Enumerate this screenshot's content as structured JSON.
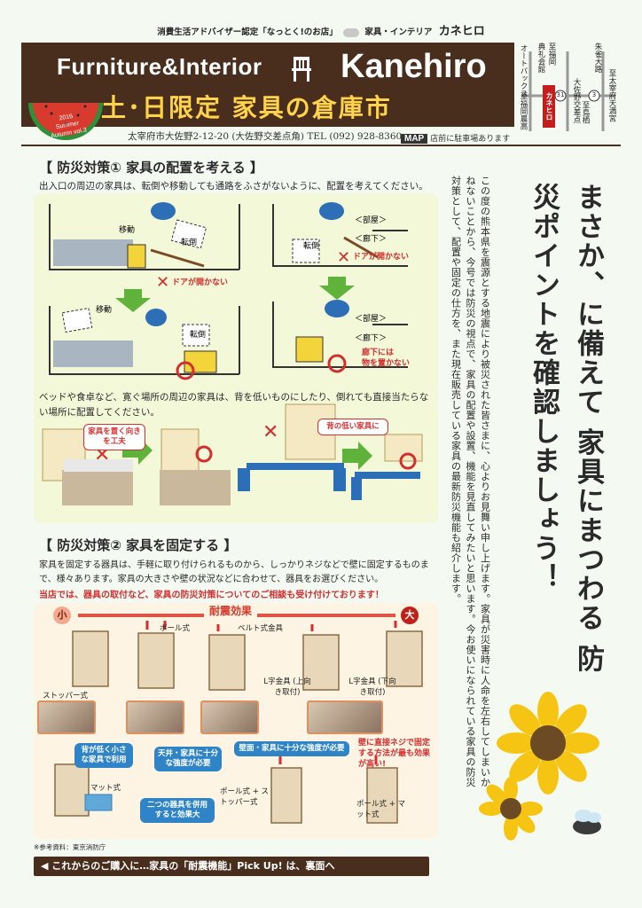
{
  "top": {
    "certification": "消費生活アドバイザー認定「なっとく!のお店」",
    "category": "家具・インテリア",
    "brand": "カネヒロ"
  },
  "header": {
    "english": "Furniture&Interior",
    "english_name": "Kanehiro",
    "title": "土･日限定 家具の倉庫市",
    "melon_text": "2016 Summer Autumn vol.3"
  },
  "address": {
    "text": "太宰府市大佐野2-12-20 (大佐野交差点角) TEL (092) 928-8360",
    "map_badge": "MAP",
    "parking": "店前に駐車場あります"
  },
  "map": {
    "labels": [
      "至福岡",
      "典礼会館",
      "オートバックス",
      "朱雀大路",
      "至太宰府天満宮",
      "大佐野交差点",
      "至鳥栖",
      "至福岡農高"
    ],
    "store": "カネヒロ",
    "route31": "31",
    "route3": "3"
  },
  "section1": {
    "heading": "【 防災対策① 家具の配置を考える 】",
    "desc": "出入口の周辺の家具は、転倒や移動しても通路をふさがないように、配置を考えてください。",
    "labels": {
      "move1": "移動",
      "fall1": "転倒",
      "door1": "ドアが開かない",
      "room": "<部屋>",
      "hall": "<廊下>",
      "fall2": "転倒",
      "door2": "ドアが開かない",
      "move2": "移動",
      "fall3": "転倒",
      "room2": "<部屋>",
      "hall2": "<廊下>",
      "nothing": "廊下には物を置かない"
    },
    "desc2": "ベッドや食卓など、寛ぐ場所の周辺の家具は、背を低いものにしたり、倒れても直接当たらない場所に配置してください。",
    "tip1": "家具を置く向きを工夫",
    "tip2": "背の低い家具に"
  },
  "section2": {
    "heading": "【 防災対策② 家具を固定する 】",
    "desc": "家具を固定する器具は、手軽に取り付けられるものから、しっかりネジなどで壁に固定するものまで、様々あります。家具の大きさや壁の状況などに合わせて、器具をお選びください。",
    "red_note": "当店では、器具の取付など、家具の防災対策についてのご相談も受け付けております！",
    "effect": "耐震効果",
    "small": "小",
    "big": "大",
    "labels": {
      "pole": "ポール式",
      "belt": "ベルト式金具",
      "stopper": "ストッパー式",
      "l_up": "L字金具 (上向き取付)",
      "l_down": "L字金具 (下向き取付)",
      "mat": "マット式",
      "pole_stopper": "ポール式 + ストッパー式",
      "pole_mat": "ポール式 + マット式"
    },
    "bubbles": {
      "b1": "背が低く小さな家具で利用",
      "b2": "天井・家具に十分な強度が必要",
      "b3": "壁面・家具に十分な強度が必要",
      "b4": "二つの器具を併用すると効果大"
    },
    "red_tip": "壁に直接ネジで固定する方法が最も効果が高い!",
    "source": "※参考資料：東京消防庁"
  },
  "bottom": {
    "text": "◀ これからのご購入に…家具の「耐震機能」Pick Up! は、裏面へ"
  },
  "right": {
    "body": "この度の熊本県を震源とする地震により被災された皆さまに、心よりお見舞い申し上げます。家具が災害時に人命を左右してしまいかねないことから、今号では防災の視点で、家具の配置や設置、機能を見直してみたいと思います。今お使いになられている家具の防災対策として、配置や固定の仕方を、また現在販売している家具の最新防災機能も紹介します。",
    "title": "まさか、に備えて 家具にまつわる 防災ポイントを確認しましょう！"
  },
  "colors": {
    "brown": "#4a2e1d",
    "yellow": "#ffd34a",
    "red": "#d32f2f",
    "blue": "#2f84c7",
    "green": "#5fb33a"
  }
}
